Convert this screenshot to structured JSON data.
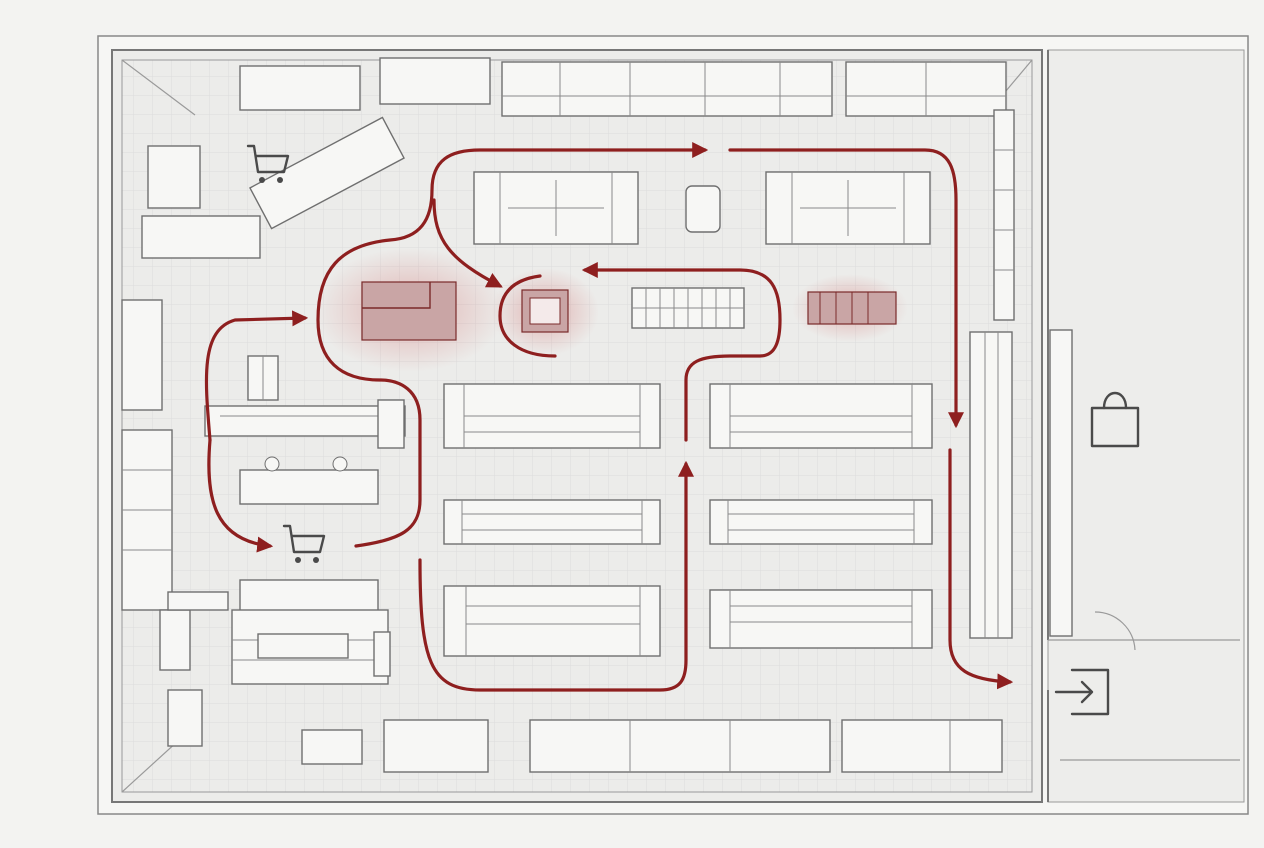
{
  "diagram": {
    "kind": "store-floor-plan",
    "colors": {
      "route": "#8e1f1f",
      "highlight": "#c94a4a",
      "fixtures": "#6f6f6f",
      "floor_grid": "#dedede",
      "background": "#f3f3f1"
    },
    "icons": [
      "shopping-cart-icon",
      "shopping-cart-icon",
      "shopping-bag-icon",
      "exit-icon"
    ],
    "highlighted_zones": [
      "produce-display",
      "fruit-bin",
      "deli-display"
    ],
    "labels": []
  }
}
